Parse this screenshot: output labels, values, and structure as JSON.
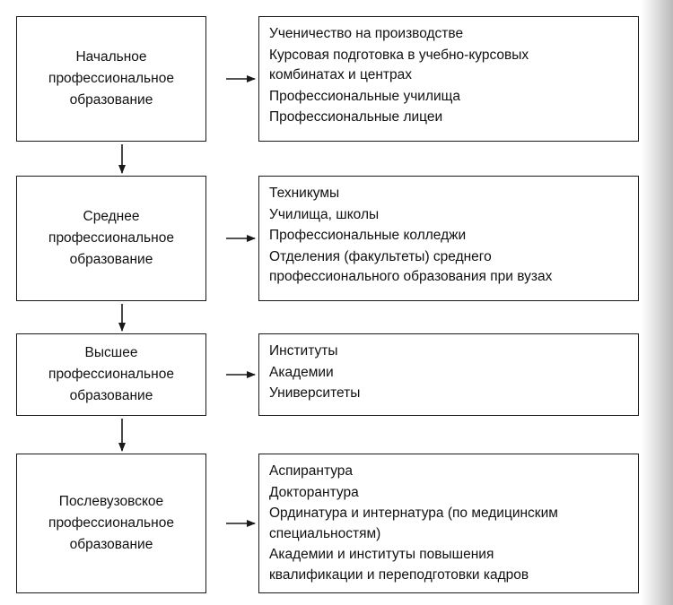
{
  "levels": [
    {
      "label": "Начальное\nпрофессиональное\nобразование",
      "items": [
        "Ученичество на производстве",
        "Курсовая подготовка в учебно-курсовых\nкомбинатах и центрах",
        "Профессиональные училища",
        "Профессиональные лицеи"
      ]
    },
    {
      "label": "Среднее\nпрофессиональное\nобразование",
      "items": [
        "Техникумы",
        "Училища, школы",
        "Профессиональные колледжи",
        "Отделения (факультеты) среднего\nпрофессионального образования при вузах"
      ]
    },
    {
      "label": "Высшее\nпрофессиональное\nобразование",
      "items": [
        "Институты",
        "Академии",
        "Университеты"
      ]
    },
    {
      "label": "Послевузовское\nпрофессиональное\nобразование",
      "items": [
        "Аспирантура",
        "Докторантура",
        "Ординатура и интернатура (по медицинским\nспециальностям)",
        "Академии и институты повышения\nквалификации и переподготовки кадров"
      ]
    }
  ],
  "colors": {
    "line": "#1a1a1a",
    "text": "#111111",
    "background": "#ffffff"
  }
}
